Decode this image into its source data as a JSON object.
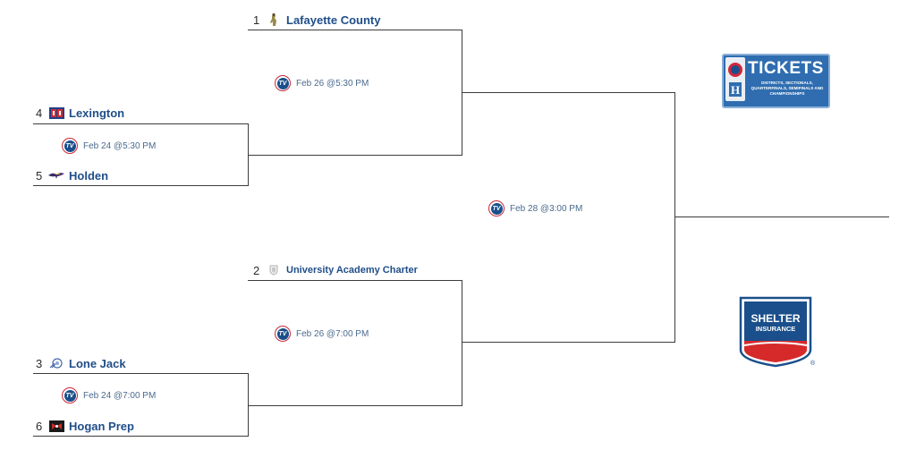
{
  "bracket": {
    "round1": [
      {
        "top": {
          "seed": "4",
          "name": "Lexington"
        },
        "game": {
          "label": "Feb 24 @5:30 PM"
        },
        "bottom": {
          "seed": "5",
          "name": "Holden"
        }
      },
      {
        "top": {
          "seed": "3",
          "name": "Lone Jack"
        },
        "game": {
          "label": "Feb 24 @7:00 PM"
        },
        "bottom": {
          "seed": "6",
          "name": "Hogan Prep"
        }
      }
    ],
    "semifinals": [
      {
        "seed": "1",
        "name": "Lafayette County",
        "game": {
          "label": "Feb 26 @5:30 PM"
        }
      },
      {
        "seed": "2",
        "name": "University Academy Charter",
        "game": {
          "label": "Feb 26 @7:00 PM"
        }
      }
    ],
    "final": {
      "game": {
        "label": "Feb 28 @3:00 PM"
      }
    }
  },
  "tv_icon_text": "TV",
  "ads": {
    "tickets": {
      "title": "TICKETS",
      "subtitle": "DISTRICTS, SECTIONALS, QUARTERFINALS, SEMIFINALS AND CHAMPIONSHIPS",
      "badge": "H"
    },
    "shelter": {
      "line1": "SHELTER",
      "line2": "INSURANCE",
      "mark": "®"
    }
  },
  "colors": {
    "team_name": "#1f4e8a",
    "game_text": "#4a6a8c",
    "line": "#3c3c3c",
    "tv_red": "#c9283a",
    "tv_blue": "#1a4f8b",
    "tickets_blue": "#2f6db0",
    "shelter_blue": "#1a4f8b",
    "shelter_red": "#d62a2a"
  }
}
